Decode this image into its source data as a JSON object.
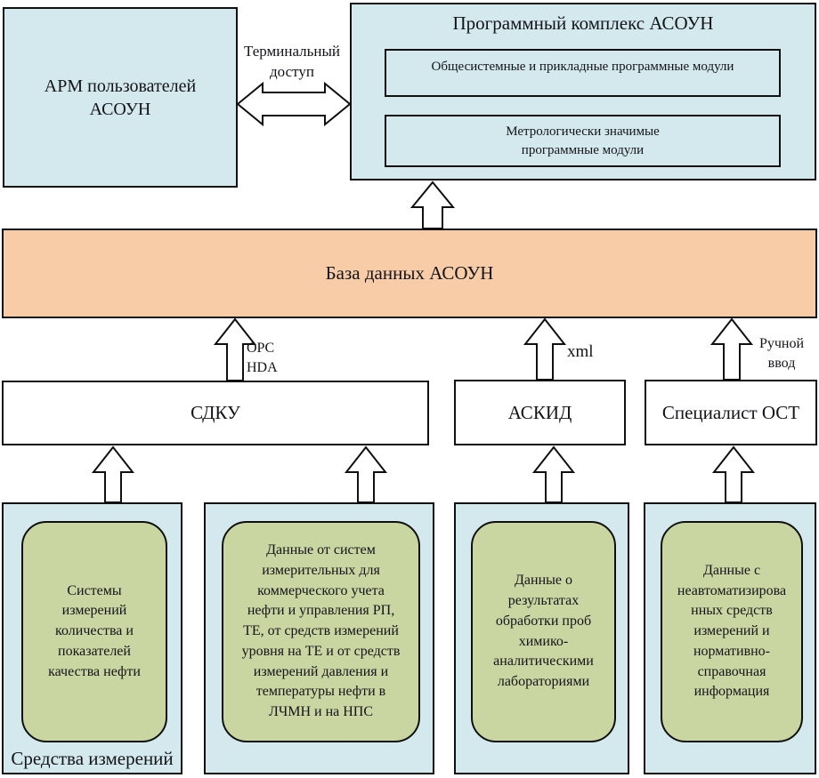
{
  "colors": {
    "box_blue": "#d4e9ed",
    "box_orange": "#f8cca6",
    "box_green": "#c9d6a1",
    "border": "#101010"
  },
  "nodes": {
    "arm": {
      "label": "АРМ пользователей\nАСОУН"
    },
    "software_complex": {
      "title": "Программный комплекс АСОУН",
      "modules": [
        {
          "label": "Общесистемные и прикладные программные модули"
        },
        {
          "label": "Метрологически значимые\nпрограммные модули"
        }
      ]
    },
    "database": {
      "label": "База данных АСОУН"
    },
    "systems": [
      {
        "label": "СДКУ"
      },
      {
        "label": "АСКИД"
      },
      {
        "label": "Специалист ОСТ"
      }
    ]
  },
  "links": {
    "terminal_access": "Терминальный\nдоступ",
    "opc_hda": "OPC\nHDA",
    "xml": "xml",
    "manual_input": "Ручной\nввод"
  },
  "sources": {
    "caption": "Средства измерений",
    "items": [
      {
        "label": "Системы\nизмерений\nколичества и\nпоказателей\nкачества нефти"
      },
      {
        "label": "Данные от систем\nизмерительных для\nкоммерческого учета\nнефти и управления РП,\nТЕ, от средств измерений\nуровня на ТЕ и от средств\nизмерений давления и\nтемпературы нефти в\nЛЧМН и на НПС"
      },
      {
        "label": "Данные о\nрезультатах\nобработки проб\nхимико-\nаналитическими\nлабораториями"
      },
      {
        "label": "Данные с\nнеавтоматизирова\nнных средств\nизмерений и\nнормативно-\nсправочная\nинформация"
      }
    ]
  }
}
